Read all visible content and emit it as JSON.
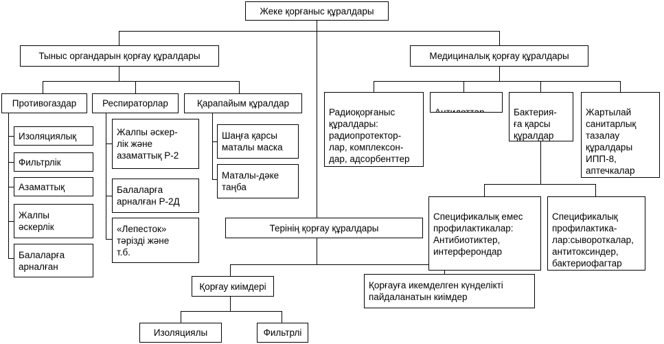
{
  "diagram": {
    "root": "Жеке қорғаныс құралдары",
    "respiratory": {
      "title": "Тыныс органдарын қорғау құралдары",
      "gas_masks": {
        "title": "Противогаздар",
        "items": [
          "Изоляциялық",
          "Фильтрлік",
          "Азаматтық",
          "Жалпы\nәскерлік",
          "Балаларға\nарналған"
        ]
      },
      "respirators": {
        "title": "Респираторлар",
        "items": [
          "Жалпы әскер-\nлік және\nазаматтық Р-2",
          "Балаларға\nарналған Р-2Д",
          "«Лепесток»\nтәрізді және\nт.б."
        ]
      },
      "simple": {
        "title": "Қарапайым құралдар",
        "items": [
          "Шаңға қарсы\nматалы маска",
          "Маталы-дәке\nтаңба"
        ]
      }
    },
    "medical": {
      "title": "Медициналық қорғау құралдары",
      "radioprotective": "Радиоқорғаныс\nқұралдары:\nрадиопротектор-\nлар, комплексон-\nдар, адсорбенттер",
      "antidotes": "Антидоттар",
      "antibacterial": {
        "title": "Бактерия-\nға қарсы\nқұралдар",
        "nonspecific": "Спецификалық емес\nпрофилактикалар:\nАнтибиотиктер,\nинтерферондар",
        "specific": "Спецификалық\nпрофилактика-\nлар:сывороткалар,\nантитоксиндер,\nбактериофагтар"
      },
      "sanitation": "Жартылай\nсанитарлық\nтазалау\nқұралдары\nИПП-8,\nаптечкалар"
    },
    "skin": {
      "title": "Терінің қорғау құралдары",
      "clothing": {
        "title": "Қорғау киімдері",
        "items": [
          "Изоляциялы",
          "Фильтрлі"
        ]
      },
      "adapted": "Қорғауға икемделген күнделікті\nпайдаланатын киімдер"
    }
  }
}
